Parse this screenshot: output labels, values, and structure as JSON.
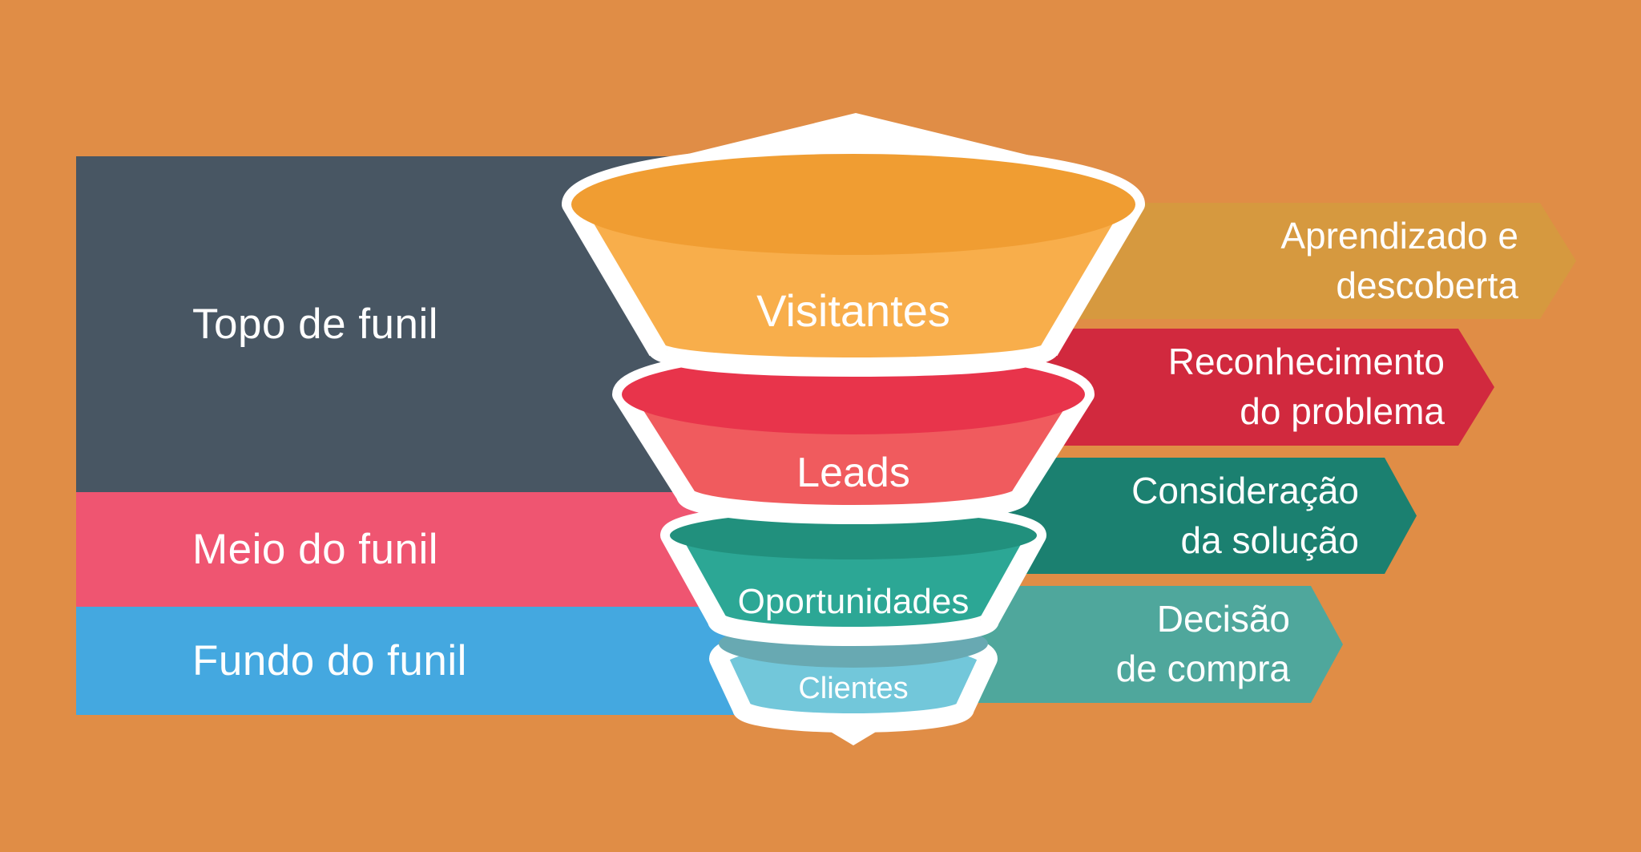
{
  "colors": {
    "background": "#E08D46",
    "band_topo": "#485663",
    "band_meio": "#EF5571",
    "band_fundo": "#44A8E0",
    "arrow_aprendizado": "#D6993F",
    "arrow_reconhecimento": "#D1293E",
    "arrow_consideracao": "#1B8070",
    "arrow_decisao": "#4FA79C",
    "seg1_top": "#F09D32",
    "seg1_body": "#F8AE4B",
    "seg2_top": "#E8344B",
    "seg2_body": "#F05B5E",
    "seg3_top": "#21907D",
    "seg3_body": "#2CA795",
    "seg4_top": "#68A9B2",
    "seg4_body": "#72C7DA",
    "outline": "#FFFFFF",
    "text": "#FFFFFF"
  },
  "left_bands": [
    {
      "id": "topo",
      "label": "Topo de funil"
    },
    {
      "id": "meio",
      "label": "Meio do funil"
    },
    {
      "id": "fundo",
      "label": "Fundo do funil"
    }
  ],
  "funnel_segments": [
    {
      "id": "visitantes",
      "label": "Visitantes"
    },
    {
      "id": "leads",
      "label": "Leads"
    },
    {
      "id": "oportunidades",
      "label": "Oportunidades"
    },
    {
      "id": "clientes",
      "label": "Clientes"
    }
  ],
  "right_arrows": [
    {
      "id": "aprendizado",
      "lines": [
        "Aprendizado e",
        "descoberta"
      ]
    },
    {
      "id": "reconhecimento",
      "lines": [
        "Reconhecimento",
        "do problema"
      ]
    },
    {
      "id": "consideracao",
      "lines": [
        "Consideração",
        "da solução"
      ]
    },
    {
      "id": "decisao",
      "lines": [
        "Decisão",
        "de compra"
      ]
    }
  ]
}
